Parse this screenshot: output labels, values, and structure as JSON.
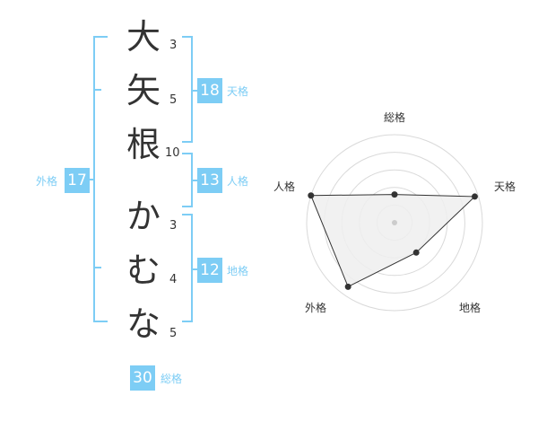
{
  "colors": {
    "accent": "#7dcdf5",
    "text": "#333333",
    "grid": "#d9d9d9",
    "radar_fill": "#efefef",
    "radar_stroke": "#333333",
    "center_dot": "#cccccc"
  },
  "name": {
    "characters": [
      {
        "char": "大",
        "strokes": "3"
      },
      {
        "char": "矢",
        "strokes": "5"
      },
      {
        "char": "根",
        "strokes": "10"
      },
      {
        "char": "か",
        "strokes": "3"
      },
      {
        "char": "む",
        "strokes": "4"
      },
      {
        "char": "な",
        "strokes": "5"
      }
    ]
  },
  "fortune": {
    "tenkaku": {
      "value": "18",
      "label": "天格"
    },
    "jinkaku": {
      "value": "13",
      "label": "人格"
    },
    "chikaku": {
      "value": "12",
      "label": "地格"
    },
    "gaikaku": {
      "value": "17",
      "label": "外格"
    },
    "soukaku": {
      "value": "30",
      "label": "総格"
    }
  },
  "radar": {
    "axes": [
      "総格",
      "天格",
      "地格",
      "外格",
      "人格"
    ],
    "max": 5,
    "rings": 5,
    "values": [
      1.6,
      4.8,
      2.1,
      4.5,
      5
    ]
  }
}
